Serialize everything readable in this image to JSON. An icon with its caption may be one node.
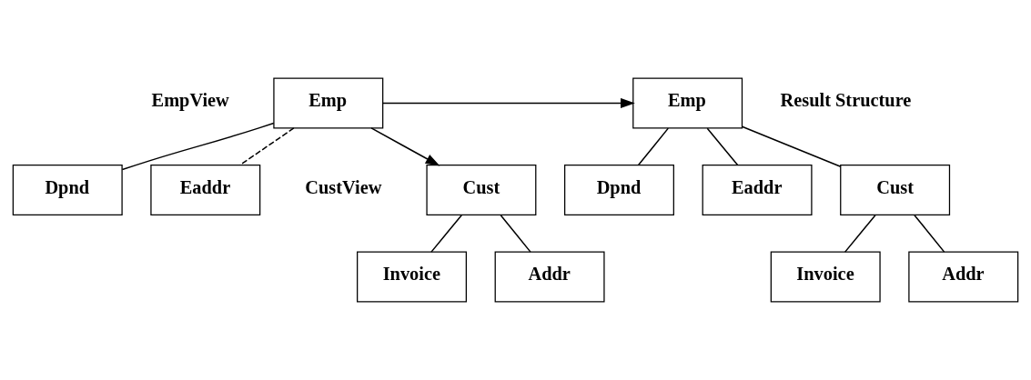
{
  "diagram": {
    "nodes": [
      {
        "text": [
          "Emp"
        ]
      },
      {
        "text": [
          "Dpnd"
        ]
      },
      {
        "text": [
          "Eaddr"
        ]
      },
      {
        "text": [
          "Cust"
        ]
      },
      {
        "text": [
          "Invoice"
        ]
      },
      {
        "text": [
          "Addr"
        ]
      },
      {
        "text": [
          "Emp"
        ]
      },
      {
        "text": [
          "Dpnd"
        ]
      },
      {
        "text": [
          "Eaddr"
        ]
      },
      {
        "text": [
          "Cust"
        ]
      },
      {
        "text": [
          "Invoice"
        ]
      },
      {
        "text": [
          "Addr"
        ]
      }
    ],
    "edges": [
      {
        "from": 0,
        "to": 1,
        "arrow": "none"
      },
      {
        "from": 0,
        "to": 2,
        "arrow": "none",
        "style": "dashed"
      },
      {
        "from": 0,
        "to": 3,
        "arrow": "to"
      },
      {
        "from": 3,
        "to": 4,
        "arrow": "none"
      },
      {
        "from": 3,
        "to": 5,
        "arrow": "none"
      },
      {
        "from": 0,
        "to": 6,
        "arrow": "to"
      },
      {
        "from": 6,
        "to": 7,
        "arrow": "none"
      },
      {
        "from": 6,
        "to": 8,
        "arrow": "none"
      },
      {
        "from": 6,
        "to": 9,
        "arrow": "none"
      },
      {
        "from": 9,
        "to": 10,
        "arrow": "none"
      },
      {
        "from": 9,
        "to": 11,
        "arrow": "none"
      }
    ],
    "labels": [
      "EmpView",
      "Result Structure",
      "CustView"
    ]
  }
}
